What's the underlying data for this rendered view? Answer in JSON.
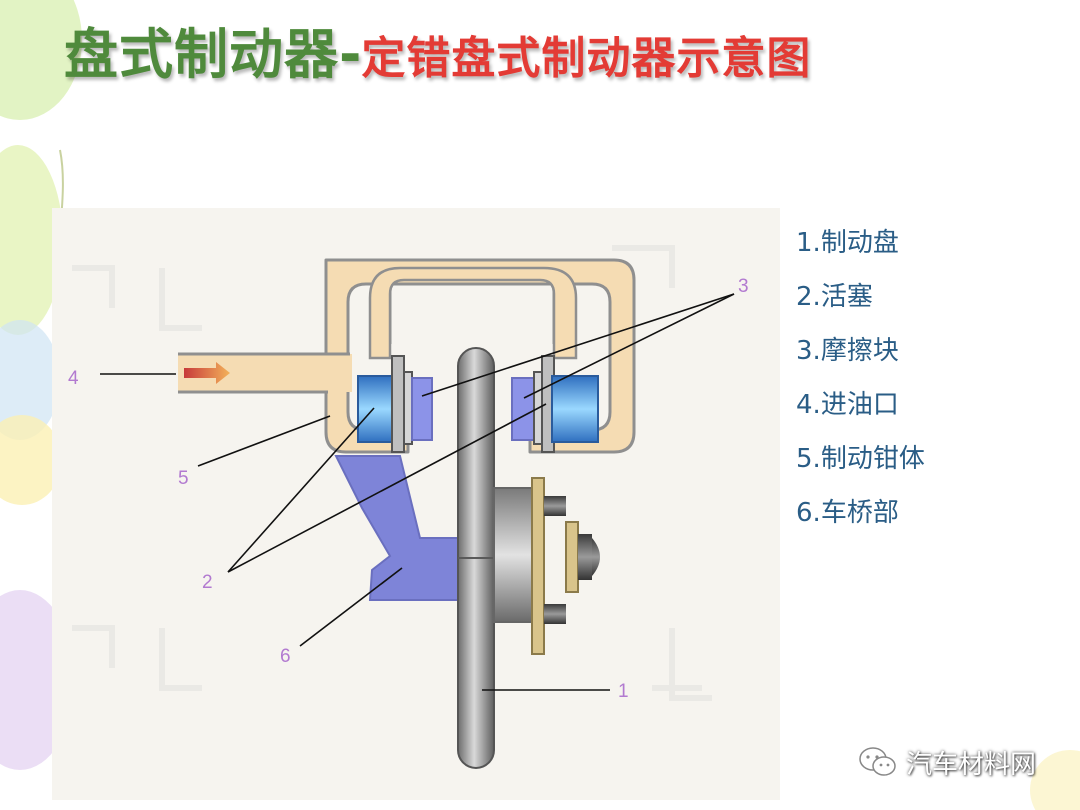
{
  "title": {
    "main": "盘式制动器",
    "separator": "-",
    "sub": "定错盘式制动器示意图"
  },
  "legend": [
    {
      "num": "1.",
      "label": "制动盘"
    },
    {
      "num": "2.",
      "label": "活塞"
    },
    {
      "num": "3.",
      "label": "摩擦块"
    },
    {
      "num": "4.",
      "label": "进油口"
    },
    {
      "num": "5.",
      "label": "制动钳体"
    },
    {
      "num": "6.",
      "label": "车桥部"
    }
  ],
  "callouts": {
    "c1": "1",
    "c2": "2",
    "c3": "3",
    "c4": "4",
    "c5": "5",
    "c6": "6"
  },
  "watermark": {
    "icon": "wechat-icon",
    "text": "汽车材料网"
  },
  "colors": {
    "title_green": "#4f8a3c",
    "title_red": "#e33b35",
    "legend_blue": "#2a5d86",
    "caliper": "#f5dcb3",
    "piston": "#6fb8e8",
    "pad": "#8c93e8",
    "axle": "#7e84d8"
  }
}
